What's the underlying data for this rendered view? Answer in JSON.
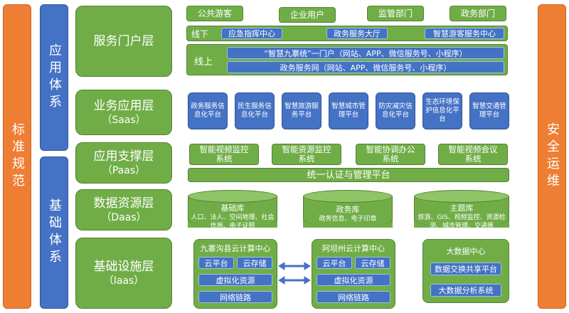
{
  "side": {
    "left": "标准规范",
    "right": "安全运维",
    "app_system": "应用体系",
    "base_system": "基础体系"
  },
  "layers": {
    "portal": {
      "title": "服务门户层"
    },
    "business": {
      "title": "业务应用层",
      "sub": "（Saas）"
    },
    "support": {
      "title": "应用支撑层",
      "sub": "（Paas）"
    },
    "data": {
      "title": "数据资源层",
      "sub": "（Daas）"
    },
    "infra": {
      "title": "基础设施层",
      "sub": "（Iaas）"
    }
  },
  "portal": {
    "users": [
      "公共游客",
      "企业用户",
      "监管部门",
      "政务部门"
    ],
    "offline_label": "线下",
    "offline_items": [
      "应急指挥中心",
      "政务服务大厅",
      "智慧游客服务中心"
    ],
    "online_label": "线上",
    "online_items": [
      "“智慧九寨统”一门户（网站、APP、微信服务号、小程序）",
      "政务服务网（网站、APP、微信服务号、小程序）"
    ]
  },
  "business_apps": [
    "政务服务信息化平台",
    "民生服务信息化平台",
    "智慧旅游服务平台",
    "智慧城市管理平台",
    "防灾减灾信息化平台",
    "生态环境保护信息化平台",
    "智慧交通管理平台"
  ],
  "support": {
    "systems": [
      "智能视频监控系统",
      "智能资源监控系统",
      "智能协调办公系统",
      "智能视频会议系统"
    ],
    "platform": "统一认证与管理平台"
  },
  "data_stores": [
    {
      "name": "基础库",
      "desc": "人口、法人、空间地理、社会信用、电子证照"
    },
    {
      "name": "政务库",
      "desc": "政务信息、电子印章"
    },
    {
      "name": "主题库",
      "desc": "旅游、GIS、视频监控、资源检测、城市管理、交通等"
    }
  ],
  "infra": {
    "center1": {
      "title": "九寨沟县云计算中心",
      "cloud": "云平台",
      "storage": "云存储",
      "virtual": "虚拟化资源",
      "network": "网络链路"
    },
    "center2": {
      "title": "阿坝州云计算中心",
      "cloud": "云平台",
      "storage": "云存储",
      "virtual": "虚拟化资源",
      "network": "网络链路"
    },
    "bigdata": {
      "title": "大数据中心",
      "exchange": "数据交换共享平台",
      "analysis": "大数据分析系统"
    }
  },
  "colors": {
    "green": "#70AD47",
    "blue": "#4472C4",
    "orange": "#EE7E33"
  }
}
